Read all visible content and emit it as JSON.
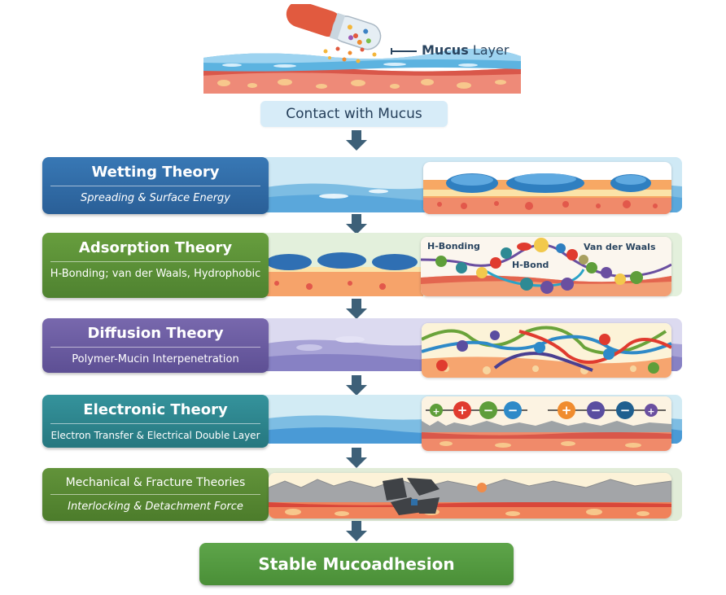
{
  "header": {
    "mucus_label_bold": "Mucus",
    "mucus_label_rest": "Layer",
    "contact_step": "Contact with Mucus"
  },
  "theories": [
    {
      "title": "Wetting Theory",
      "subtitle": "Spreading & Surface Energy",
      "color": "#2f6aa5",
      "panel_labels": []
    },
    {
      "title": "Adsorption Theory",
      "subtitle": "H-Bonding; van der Waals, Hydrophobic",
      "color": "#5a8f37",
      "panel_labels": [
        "H-Bonding",
        "H-Bond",
        "Van der Waals"
      ]
    },
    {
      "title": "Diffusion Theory",
      "subtitle": "Polymer-Mucin Interpenetration",
      "color": "#6a5aa0",
      "panel_labels": []
    },
    {
      "title": "Electronic Theory",
      "subtitle": "Electron Transfer & Electrical Double Layer",
      "color": "#2e8a94",
      "panel_labels": [],
      "charges": [
        "+",
        "+",
        "−",
        "−",
        "+",
        "−",
        "−",
        "+"
      ]
    },
    {
      "title": "Mechanical & Fracture Theories",
      "subtitle": "Interlocking & Detachment Force",
      "color": "#57862f",
      "panel_labels": []
    }
  ],
  "result": {
    "label": "Stable Mucoadhesion",
    "color": "#5aa046"
  }
}
